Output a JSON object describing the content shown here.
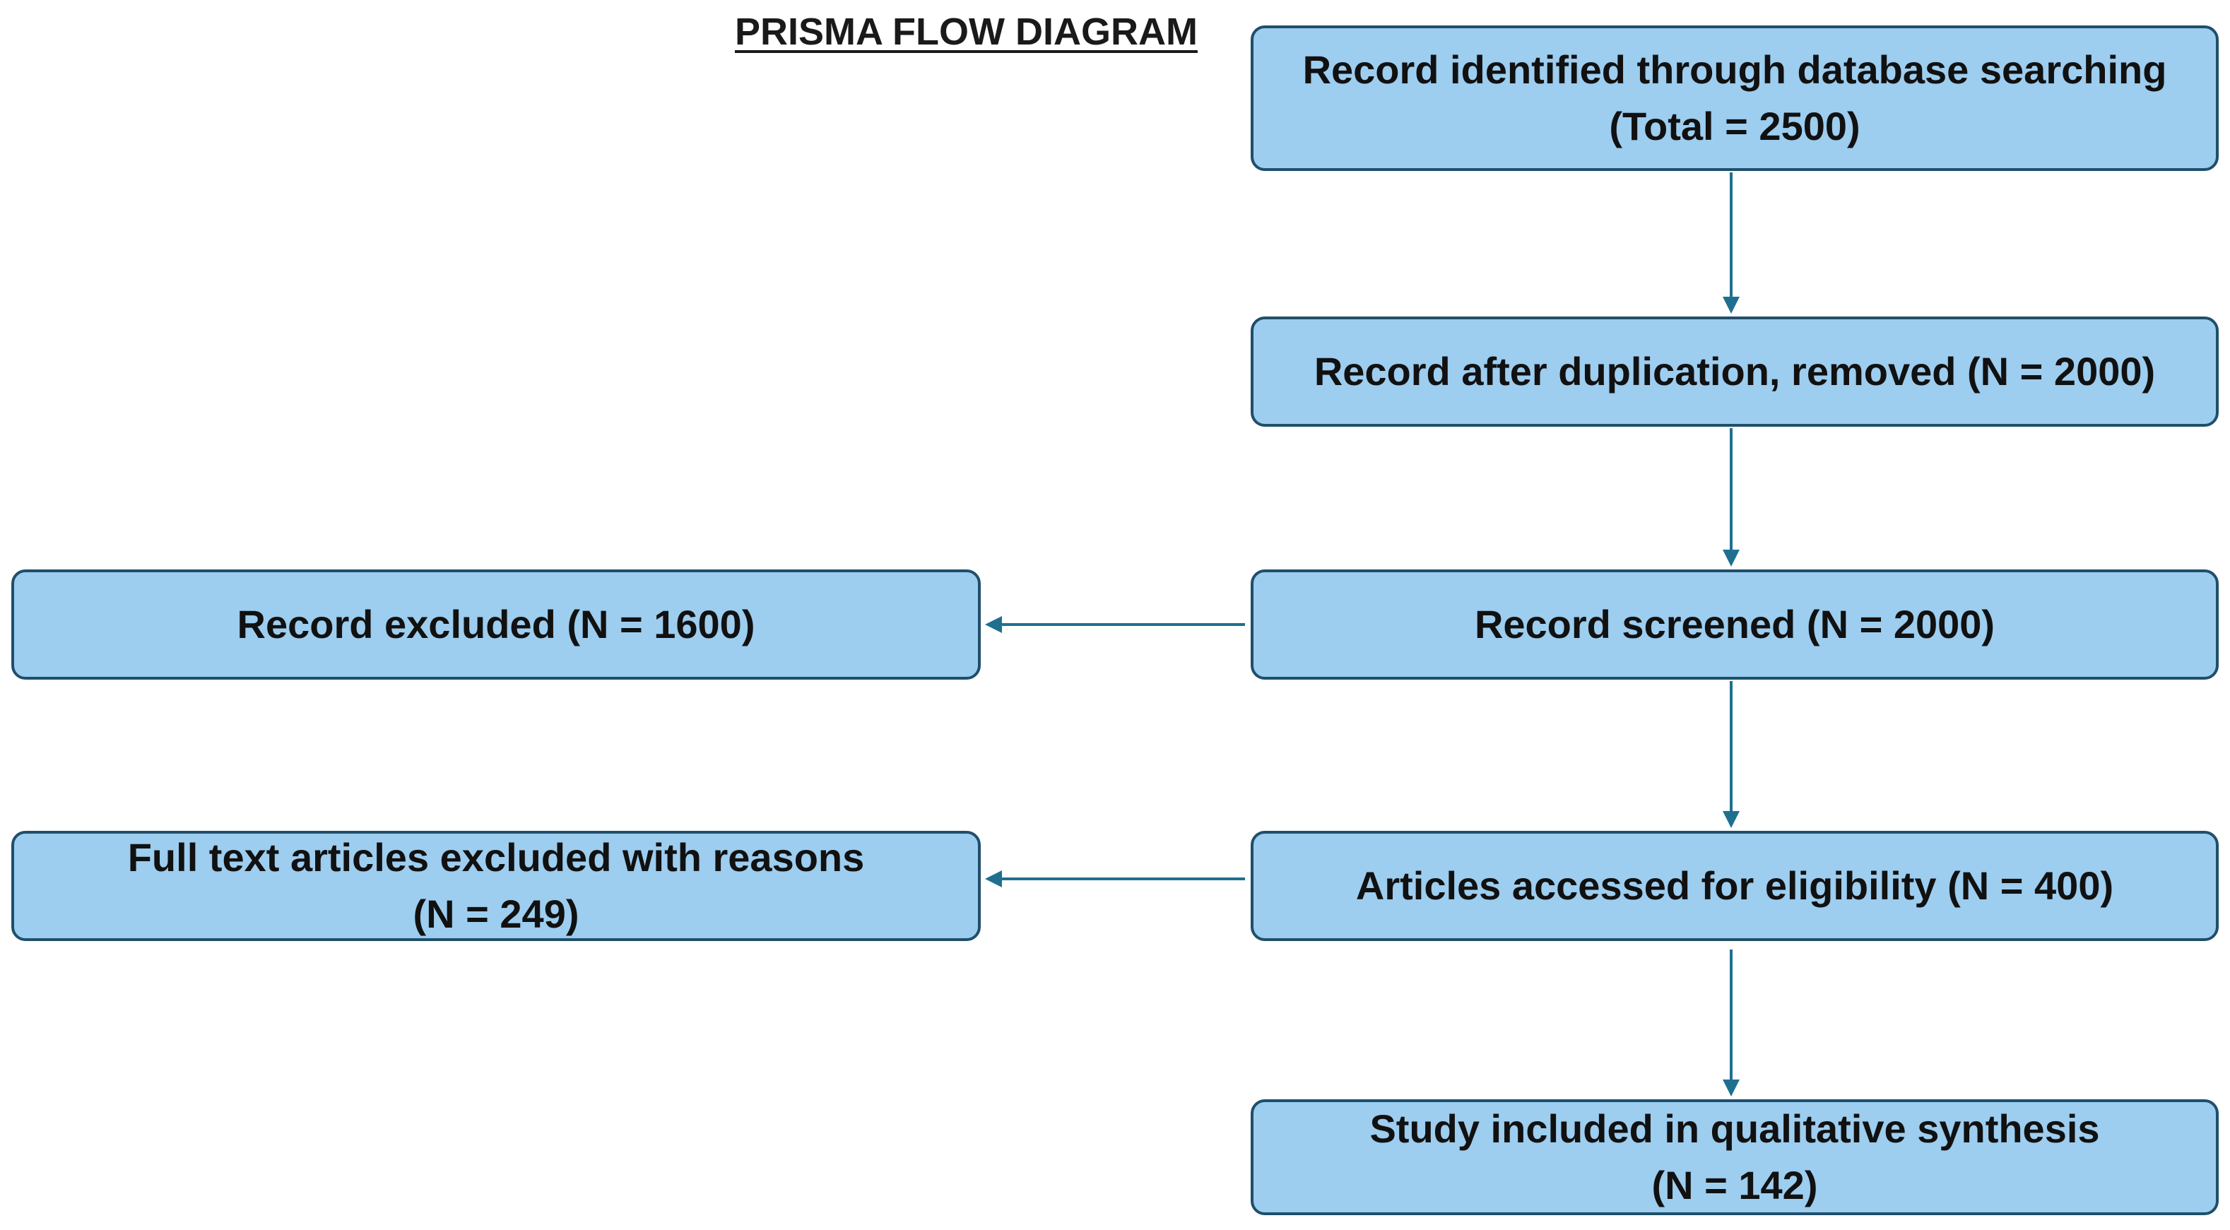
{
  "diagram": {
    "title": "PRISMA FLOW DIAGRAM",
    "boxes": {
      "identified": "Record identified through database searching\n(Total = 2500)",
      "dedup": "Record after duplication, removed (N = 2000)",
      "screened": "Record screened (N = 2000)",
      "excluded": "Record excluded (N = 1600)",
      "eligible": "Articles accessed for eligibility (N = 400)",
      "fulltext_excluded": "Full text articles excluded with reasons\n(N = 249)",
      "included": "Study included in qualitative synthesis\n(N = 142)"
    },
    "colors": {
      "box_fill": "#9dcdef",
      "box_border": "#1f4f6b",
      "arrow": "#1f7090"
    }
  }
}
